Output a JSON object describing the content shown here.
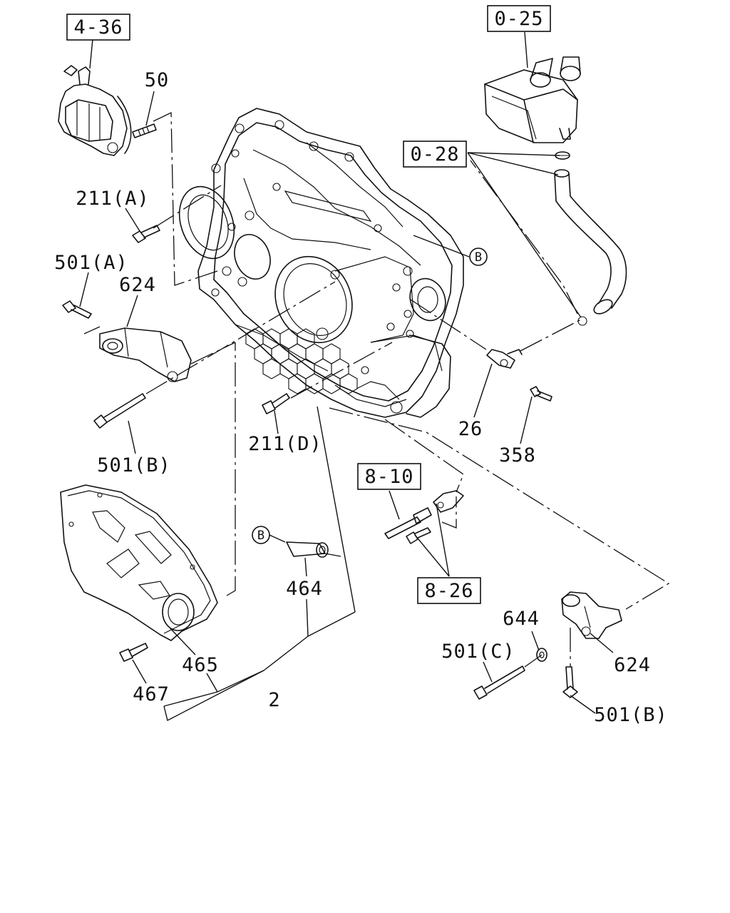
{
  "diagram": {
    "ref_boxes": {
      "ref_4_36": "4-36",
      "ref_0_25": "0-25",
      "ref_0_28": "0-28",
      "ref_8_10": "8-10",
      "ref_8_26": "8-26"
    },
    "labels": {
      "l_50": "50",
      "l_211a": "211(A)",
      "l_501a": "501(A)",
      "l_624_left": "624",
      "l_501b_left": "501(B)",
      "l_211d": "211(D)",
      "l_26": "26",
      "l_358": "358",
      "l_464": "464",
      "l_465": "465",
      "l_467": "467",
      "l_2": "2",
      "l_644": "644",
      "l_501c": "501(C)",
      "l_624_right": "624",
      "l_501b_right": "501(B)"
    },
    "callouts": {
      "b_top": "B",
      "b_bottom": "B"
    }
  }
}
